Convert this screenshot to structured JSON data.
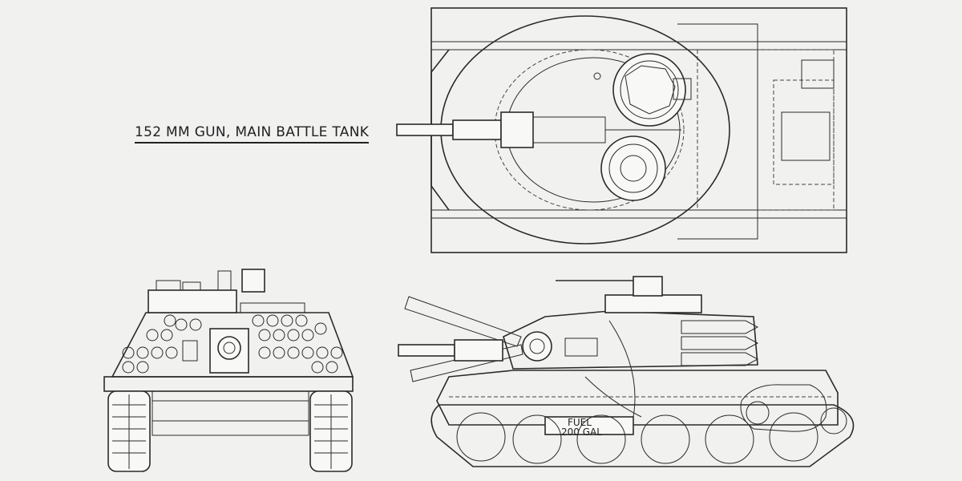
{
  "title": "152 MM GUN, MAIN BATTLE TANK",
  "fuel_label_line1": "FUEL",
  "fuel_label_line2": "200 GAL",
  "views": {
    "top": "top-plan-view",
    "front": "front-elevation-view",
    "side": "side-elevation-cutaway-view"
  }
}
